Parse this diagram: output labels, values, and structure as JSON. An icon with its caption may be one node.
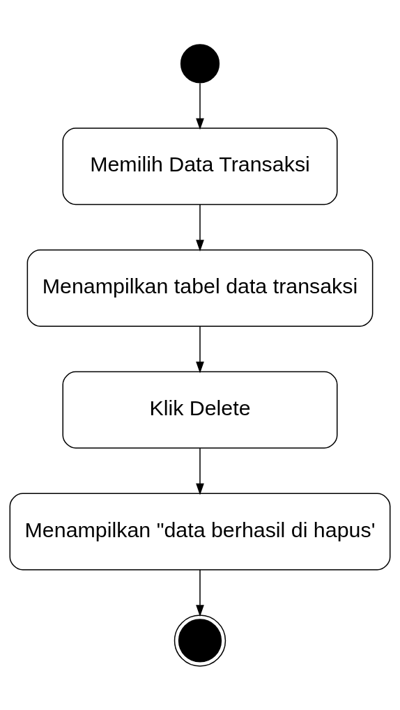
{
  "diagram": {
    "nodes": [
      {
        "text": [],
        "shape": "circle"
      },
      {
        "text": [
          "Memilih Data Transaksi"
        ]
      },
      {
        "text": [
          "Menampilkan tabel data transaksi"
        ]
      },
      {
        "text": [
          "Klik Delete"
        ]
      },
      {
        "text": [
          "Menampilkan \"data berhasil di hapus'"
        ]
      },
      {
        "text": [],
        "shape": "bullseye"
      }
    ],
    "edges": [
      {
        "from": 0,
        "to": 1,
        "arrow": "to"
      },
      {
        "from": 1,
        "to": 2,
        "arrow": "to"
      },
      {
        "from": 2,
        "to": 3,
        "arrow": "to"
      },
      {
        "from": 3,
        "to": 4,
        "arrow": "to"
      },
      {
        "from": 4,
        "to": 5,
        "arrow": "to"
      }
    ]
  }
}
